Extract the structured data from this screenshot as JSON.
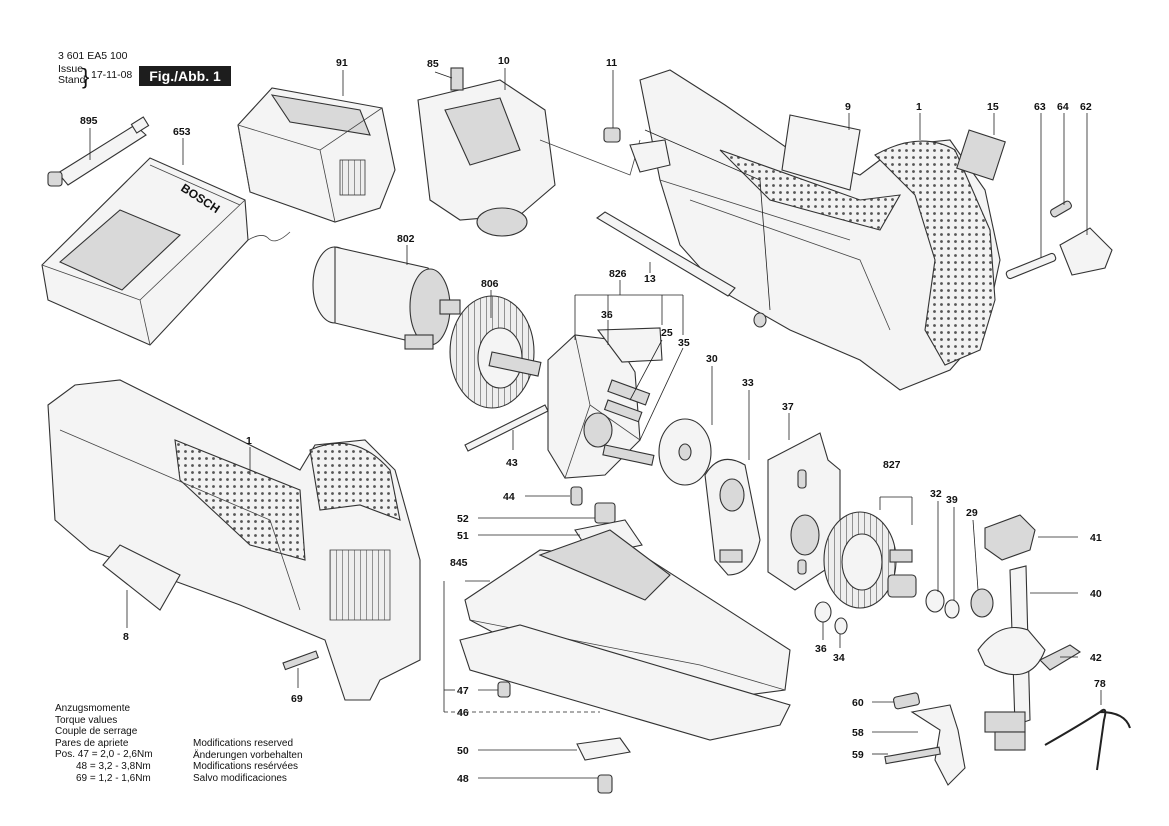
{
  "header": {
    "part_number": "3 601 EA5 100",
    "issue_label": "Issue",
    "stand_label": "Stand",
    "date": "17-11-08",
    "figure_label": "Fig./Abb. 1"
  },
  "torque": {
    "titles": [
      "Anzugsmomente",
      "Torque values",
      "Couple de serrage",
      "Pares de apriete"
    ],
    "rows": [
      "Pos. 47 = 2,0 - 2,6Nm",
      "48 = 3,2 - 3,8Nm",
      "69 = 1,2 - 1,6Nm"
    ]
  },
  "modifications": [
    "Modifications reserved",
    "Änderungen vorbehalten",
    "Modifications resérvées",
    "Salvo modificaciones"
  ],
  "callouts": [
    {
      "id": "c85",
      "label": "85"
    },
    {
      "id": "c10",
      "label": "10"
    },
    {
      "id": "c11",
      "label": "11"
    },
    {
      "id": "c9",
      "label": "9"
    },
    {
      "id": "c1a",
      "label": "1"
    },
    {
      "id": "c15",
      "label": "15"
    },
    {
      "id": "c63",
      "label": "63"
    },
    {
      "id": "c64",
      "label": "64"
    },
    {
      "id": "c62",
      "label": "62"
    },
    {
      "id": "c91",
      "label": "91"
    },
    {
      "id": "c895",
      "label": "895"
    },
    {
      "id": "c653",
      "label": "653"
    },
    {
      "id": "c802",
      "label": "802"
    },
    {
      "id": "c826",
      "label": "826"
    },
    {
      "id": "c13",
      "label": "13"
    },
    {
      "id": "c806",
      "label": "806"
    },
    {
      "id": "c36a",
      "label": "36"
    },
    {
      "id": "c25",
      "label": "25"
    },
    {
      "id": "c35",
      "label": "35"
    },
    {
      "id": "c30",
      "label": "30"
    },
    {
      "id": "c33",
      "label": "33"
    },
    {
      "id": "c37",
      "label": "37"
    },
    {
      "id": "c1b",
      "label": "1"
    },
    {
      "id": "c43",
      "label": "43"
    },
    {
      "id": "c44",
      "label": "44"
    },
    {
      "id": "c827",
      "label": "827"
    },
    {
      "id": "c32",
      "label": "32"
    },
    {
      "id": "c39",
      "label": "39"
    },
    {
      "id": "c29",
      "label": "29"
    },
    {
      "id": "c41",
      "label": "41"
    },
    {
      "id": "c52",
      "label": "52"
    },
    {
      "id": "c51",
      "label": "51"
    },
    {
      "id": "c845",
      "label": "845"
    },
    {
      "id": "c40",
      "label": "40"
    },
    {
      "id": "c8",
      "label": "8"
    },
    {
      "id": "c36b",
      "label": "36"
    },
    {
      "id": "c34",
      "label": "34"
    },
    {
      "id": "c42",
      "label": "42"
    },
    {
      "id": "c69",
      "label": "69"
    },
    {
      "id": "c47",
      "label": "47"
    },
    {
      "id": "c46",
      "label": "46"
    },
    {
      "id": "c78",
      "label": "78"
    },
    {
      "id": "c60",
      "label": "60"
    },
    {
      "id": "c58",
      "label": "58"
    },
    {
      "id": "c50",
      "label": "50"
    },
    {
      "id": "c59",
      "label": "59"
    },
    {
      "id": "c48",
      "label": "48"
    }
  ],
  "charger_brand": "BOSCH"
}
